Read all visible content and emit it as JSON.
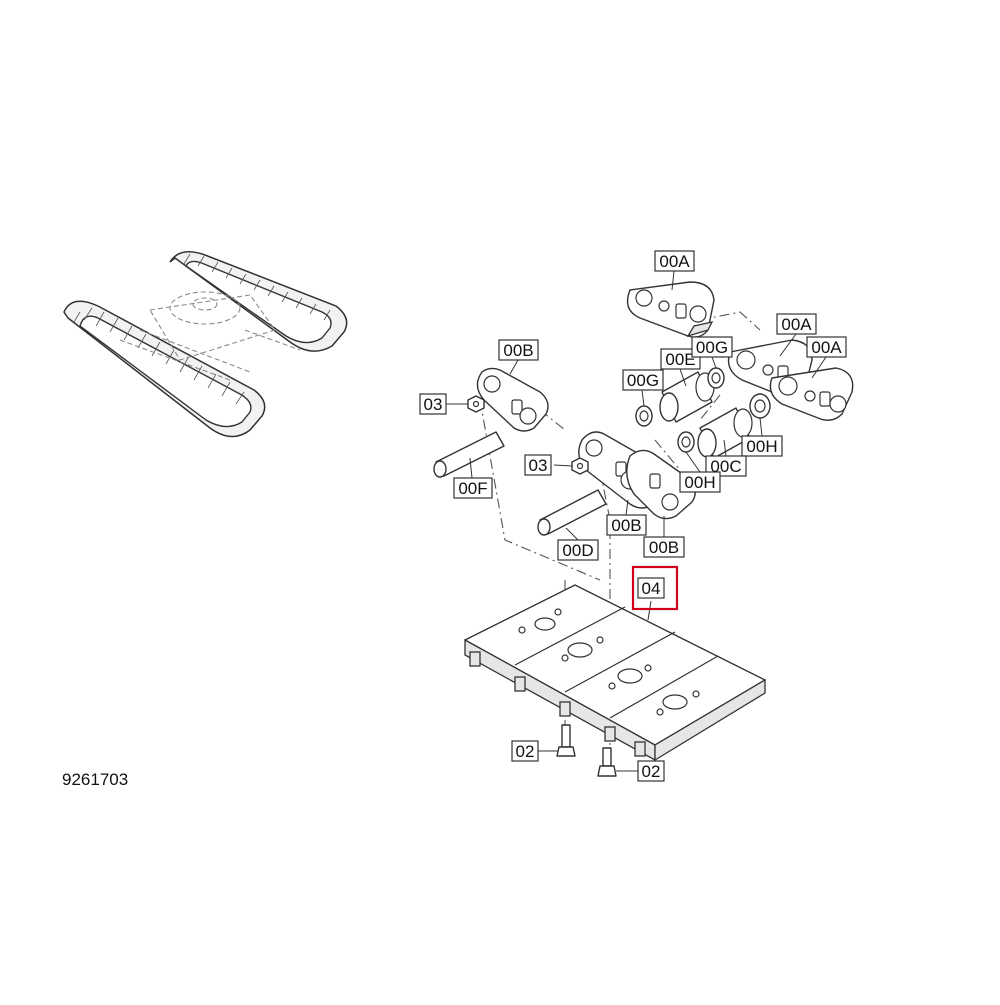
{
  "drawing": {
    "reference_number": "9261703",
    "highlight_color": "#d0021b",
    "line_color": "#333333"
  },
  "labels": {
    "l_00A_top": "00A",
    "l_00A_mid": "00A",
    "l_00A_right": "00A",
    "l_00B_left": "00B",
    "l_00B_mid": "00B",
    "l_00B_right": "00B",
    "l_00C": "00C",
    "l_00D": "00D",
    "l_00E": "00E",
    "l_00F": "00F",
    "l_00G_left": "00G",
    "l_00G_right": "00G",
    "l_00H_upper": "00H",
    "l_00H_lower": "00H",
    "l_03_upper": "03",
    "l_03_lower": "03",
    "l_04": "04",
    "l_02_left": "02",
    "l_02_right": "02"
  }
}
